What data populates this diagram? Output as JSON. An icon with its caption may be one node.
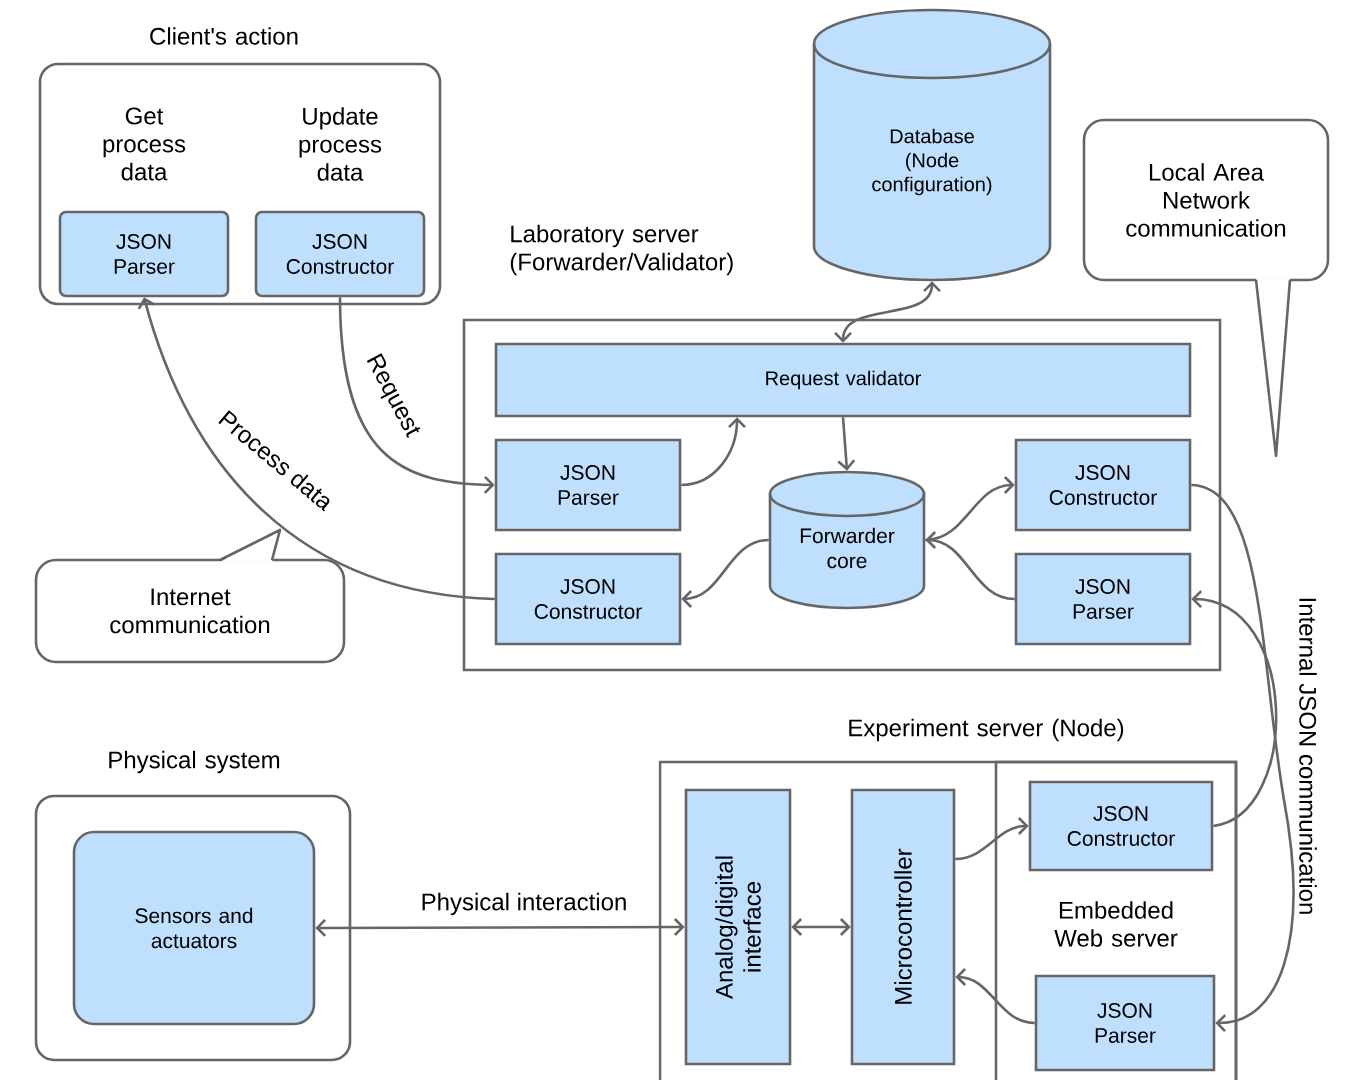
{
  "diagram": {
    "nodes": [
      {
        "text": [
          "Client's action",
          "Get process data",
          "Update process data"
        ]
      },
      {
        "text": [
          "JSON Parser"
        ],
        "in": 0
      },
      {
        "text": [
          "JSON Constructor"
        ],
        "in": 0
      },
      {
        "text": [
          "Database (Node configuration)"
        ]
      },
      {
        "text": [
          "Local Area Network communication"
        ]
      },
      {
        "text": [
          "Laboratory server (Forwarder/Validator)"
        ]
      },
      {
        "text": [
          "Request validator"
        ],
        "in": 5
      },
      {
        "text": [
          "JSON Parser"
        ],
        "in": 5
      },
      {
        "text": [
          "JSON Constructor"
        ],
        "in": 5
      },
      {
        "text": [
          "Forwarder core"
        ],
        "in": 5
      },
      {
        "text": [
          "JSON Constructor"
        ],
        "in": 5
      },
      {
        "text": [
          "JSON Parser"
        ],
        "in": 5
      },
      {
        "text": [
          "Internet communication"
        ]
      },
      {
        "text": [
          "Physical system"
        ]
      },
      {
        "text": [
          "Sensors and actuators"
        ],
        "in": 13
      },
      {
        "text": [
          "Experiment server (Node)"
        ]
      },
      {
        "text": [
          "Embedded Web server"
        ],
        "in": 15
      },
      {
        "text": [
          "Analog/digital interface"
        ],
        "in": 15
      },
      {
        "text": [
          "Microcontroller"
        ],
        "in": 15
      },
      {
        "text": [
          "JSON Constructor"
        ],
        "in": 16
      },
      {
        "text": [
          "JSON Parser"
        ],
        "in": 16
      }
    ],
    "edges": [
      {
        "from": 8,
        "to": 1,
        "arrow": "to",
        "label": "Process data"
      },
      {
        "from": 2,
        "to": 7,
        "arrow": "to",
        "label": "Request"
      },
      {
        "from": 3,
        "to": 6,
        "arrow": "both"
      },
      {
        "from": 7,
        "to": 6,
        "arrow": "to"
      },
      {
        "from": 6,
        "to": 9,
        "arrow": "to"
      },
      {
        "from": 9,
        "to": 8,
        "arrow": "to"
      },
      {
        "from": 9,
        "to": 10,
        "arrow": "to"
      },
      {
        "from": 11,
        "to": 9,
        "arrow": "to"
      },
      {
        "from": 10,
        "to": 20,
        "arrow": "to",
        "label": "Internal JSON communication"
      },
      {
        "from": 19,
        "to": 11,
        "arrow": "to"
      },
      {
        "from": 14,
        "to": 17,
        "arrow": "both",
        "label": "Physical interaction"
      },
      {
        "from": 17,
        "to": 18,
        "arrow": "both"
      },
      {
        "from": 18,
        "to": 19,
        "arrow": "to"
      },
      {
        "from": 20,
        "to": 18,
        "arrow": "to"
      }
    ]
  }
}
